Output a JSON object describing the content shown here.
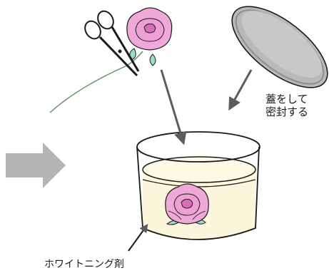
{
  "labels": {
    "lid_line1": "蓋をして",
    "lid_line2": "密封する",
    "solution": "ホワイトニング剤"
  },
  "colors": {
    "line": "#1a1a1a",
    "rose_petal": "#f0a8d8",
    "rose_dark": "#d66fb8",
    "leaf": "#9fd8cc",
    "liquid": "#fbf6dc",
    "lid_fill": "#b9b9b9",
    "lid_rim": "#8e8e8e",
    "arrow_gray": "#7a7a7a",
    "big_arrow": "#b4b4b4"
  },
  "icons": [
    "scissors-icon",
    "rose-icon",
    "lid-icon",
    "jar-icon",
    "process-arrow-icon"
  ]
}
